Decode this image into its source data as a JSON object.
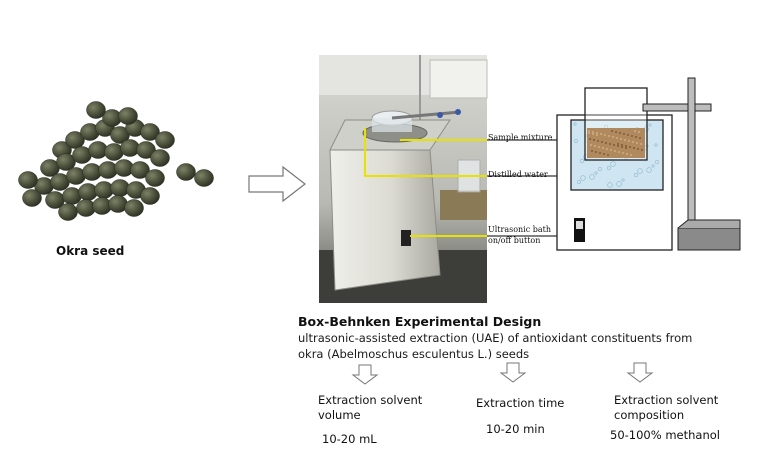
{
  "seed": {
    "label": "Okra seed"
  },
  "apparatus": {
    "callouts": [
      "Sample mixture",
      "Distilled water",
      "Ultrasonic bath on/off button"
    ]
  },
  "design": {
    "title": "Box-Behnken Experimental Design",
    "description": "ultrasonic-assisted extraction (UAE) of antioxidant constituents from okra (Abelmoschus esculentus L.) seeds"
  },
  "factors": [
    {
      "name": "Extraction solvent volume",
      "range": "10-20 mL"
    },
    {
      "name": "Extraction time",
      "range": "10-20 min"
    },
    {
      "name": "Extraction solvent composition",
      "range": "50-100% methanol"
    }
  ],
  "colors": {
    "seed": "#4a4f3a",
    "arrow": "#888888",
    "callout_line": "#e8e200",
    "water": "#cfe6f2",
    "sample": "#b08a5e",
    "photo_bg": "#c9c9c9"
  }
}
